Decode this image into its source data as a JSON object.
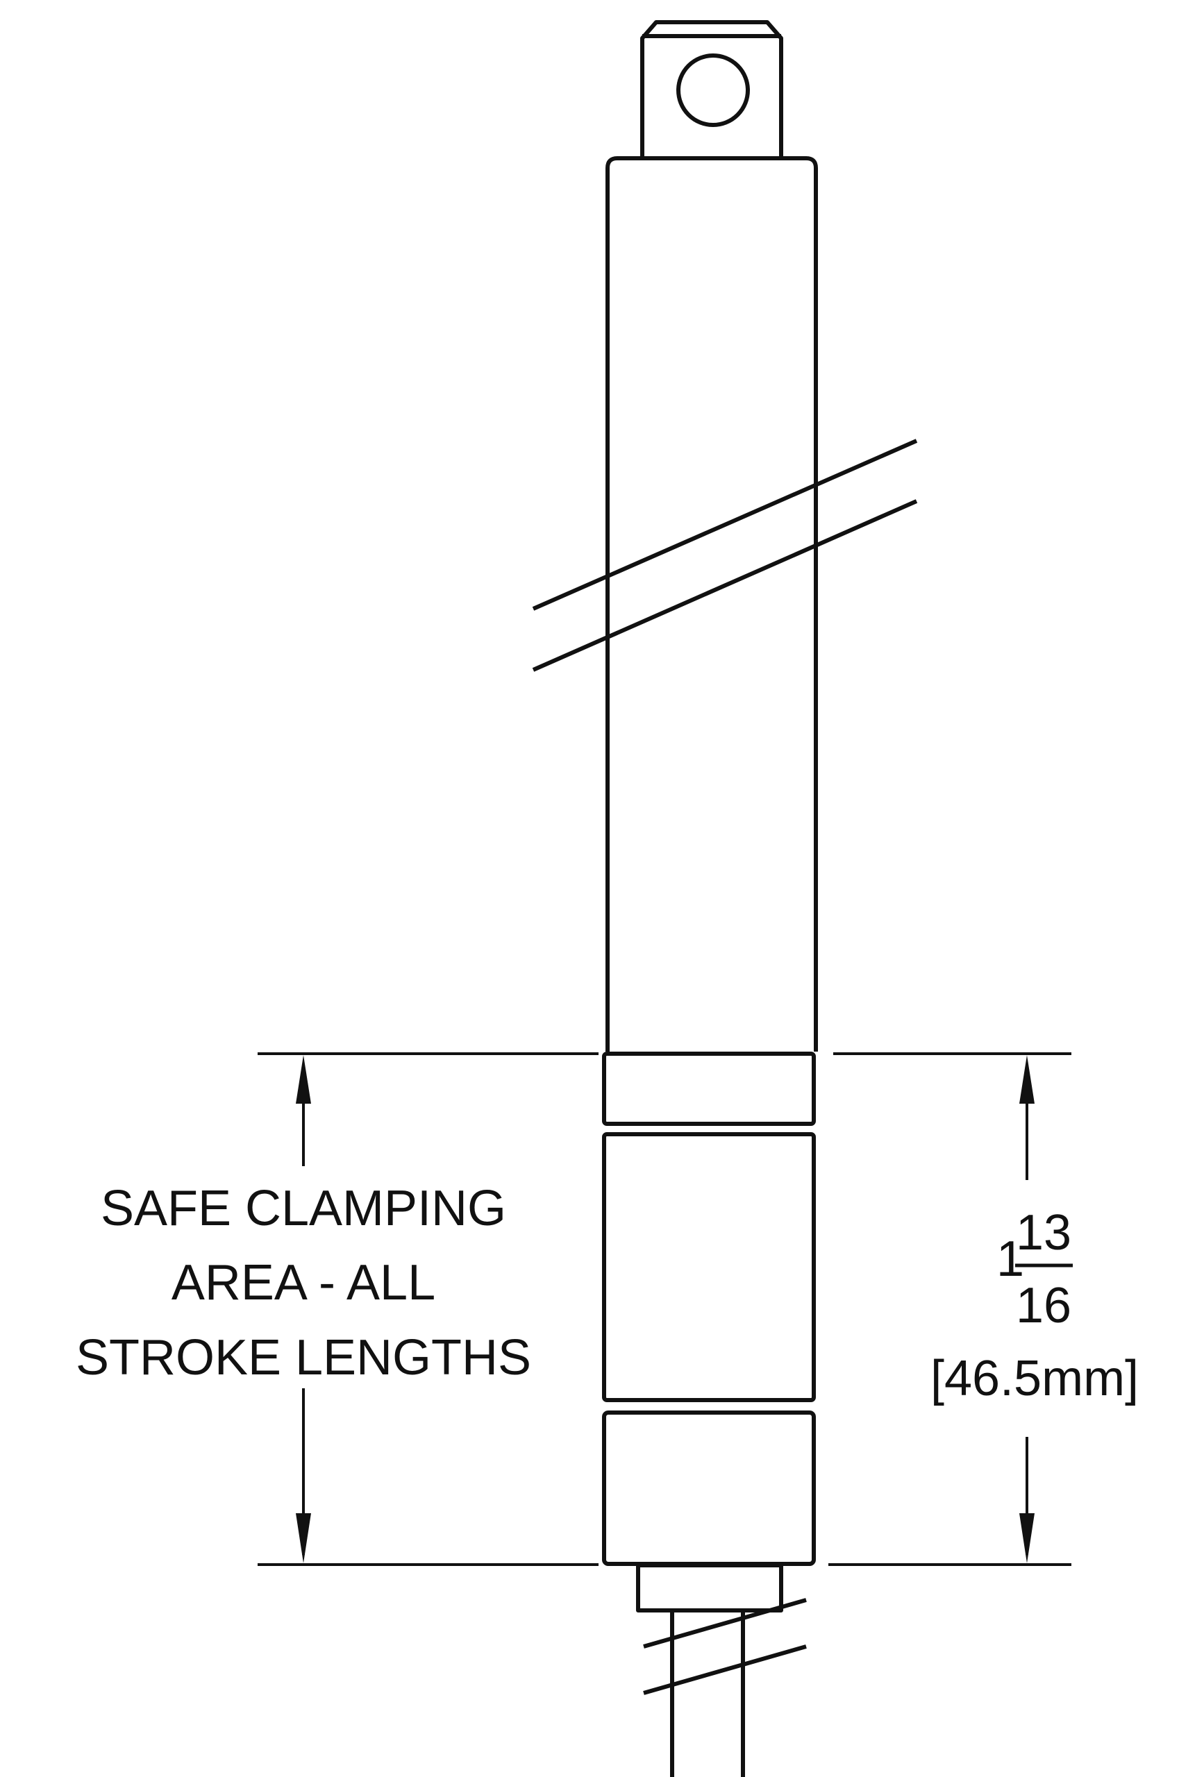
{
  "label": {
    "lines": [
      "SAFE CLAMPING",
      "AREA - ALL",
      "STROKE LENGTHS"
    ]
  },
  "dimension": {
    "whole": "1",
    "numerator": "13",
    "denominator": "16",
    "metric": "[46.5mm]"
  },
  "colors": {
    "ink": "#111111",
    "background": "#ffffff"
  }
}
